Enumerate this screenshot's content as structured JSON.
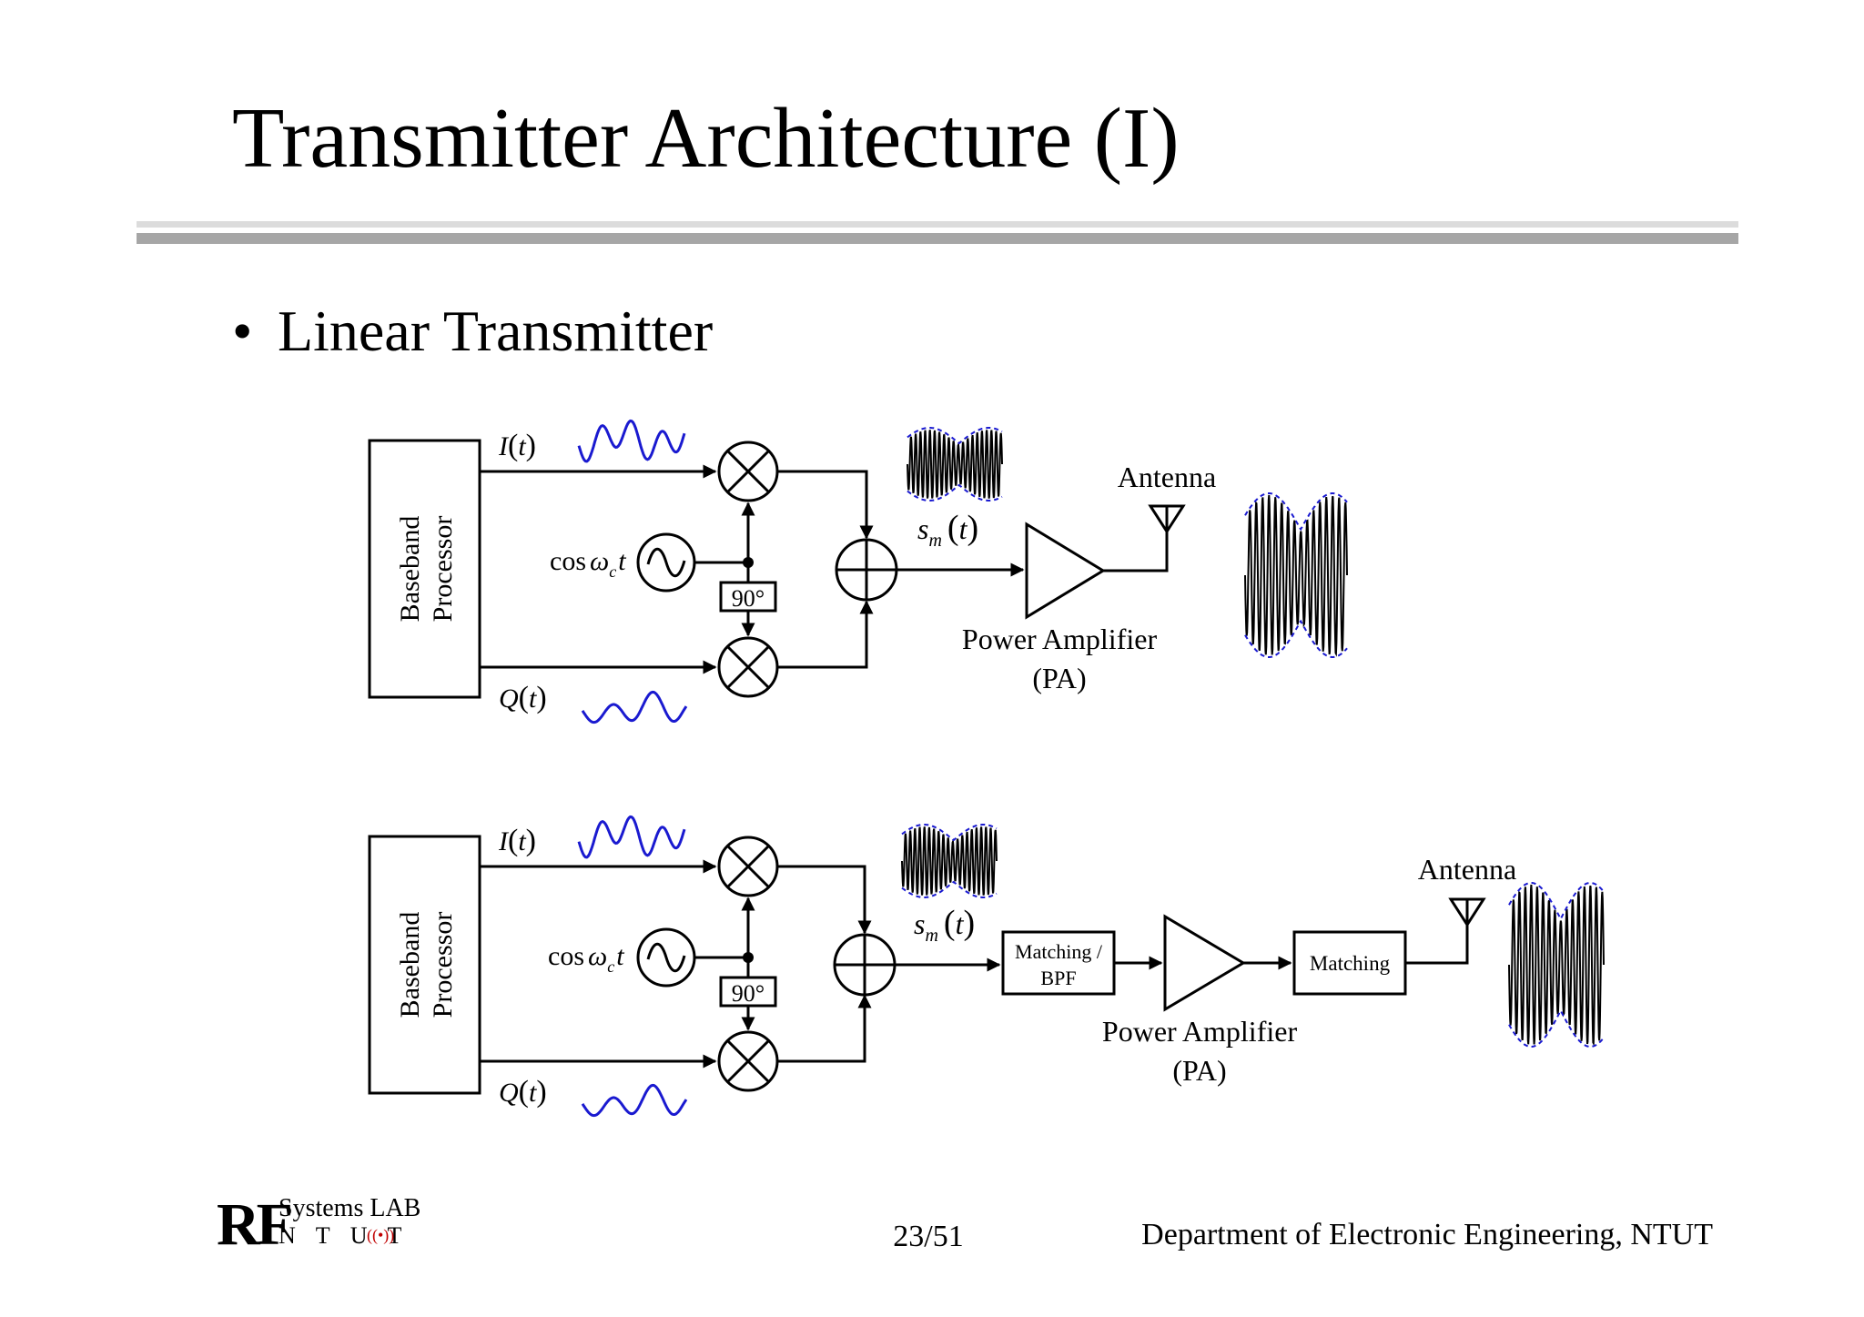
{
  "slide": {
    "title": "Transmitter Architecture (I)",
    "bullet": "Linear Transmitter",
    "bullet_marker": "•"
  },
  "diagram_top": {
    "processor_line1": "Baseband",
    "processor_line2": "Processor",
    "i_label": "I",
    "q_label": "Q",
    "t_label": "t",
    "osc_label_cos": "cos",
    "osc_label_omega": "ω",
    "osc_label_c": "c",
    "phase_shift": "90°",
    "signal_s": "s",
    "signal_sub": "m",
    "pa_label_line1": "Power Amplifier",
    "pa_label_line2": "(PA)",
    "antenna_label": "Antenna"
  },
  "diagram_bottom": {
    "processor_line1": "Baseband",
    "processor_line2": "Processor",
    "i_label": "I",
    "q_label": "Q",
    "t_label": "t",
    "osc_label_cos": "cos",
    "osc_label_omega": "ω",
    "osc_label_c": "c",
    "phase_shift": "90°",
    "signal_s": "s",
    "signal_sub": "m",
    "matching_bpf_line1": "Matching /",
    "matching_bpf_line2": "BPF",
    "matching_out": "Matching",
    "pa_label_line1": "Power Amplifier",
    "pa_label_line2": "(PA)",
    "antenna_label": "Antenna"
  },
  "footer": {
    "page": "23/51",
    "department": "Department of Electronic Engineering, NTUT",
    "logo_rf": "RF",
    "logo_systems": "Systems LAB",
    "logo_ntut": "N T U T",
    "logo_wave": "((•))"
  },
  "colors": {
    "baseband_waveform": "#1a1ad0",
    "envelope_dashed": "#1a1ad0",
    "rule_light": "#dcdcdc",
    "rule_dark": "#a6a6a6",
    "logo_wave": "#c00000"
  }
}
